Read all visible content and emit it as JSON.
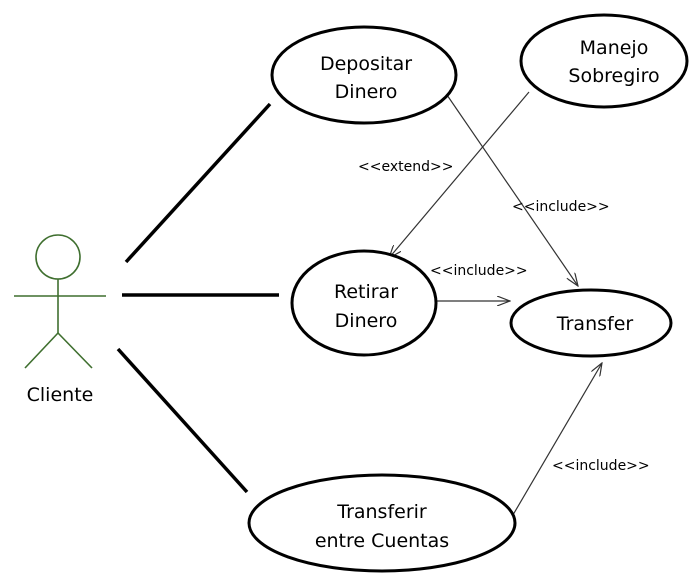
{
  "actor": {
    "name": "Cliente",
    "color": "#3f6f2f"
  },
  "use_cases": {
    "depositar": [
      "Depositar",
      "Dinero"
    ],
    "manejo": [
      "Manejo",
      "Sobregiro"
    ],
    "retirar": [
      "Retirar",
      "Dinero"
    ],
    "transfer": [
      "Transfer"
    ],
    "transferir": [
      "Transferir",
      "entre Cuentas"
    ]
  },
  "relations": {
    "extend_label": "<<extend>>",
    "include_depositar": "<<include>>",
    "include_retirar": "<<include>>",
    "include_transferir": "<<include>>"
  }
}
